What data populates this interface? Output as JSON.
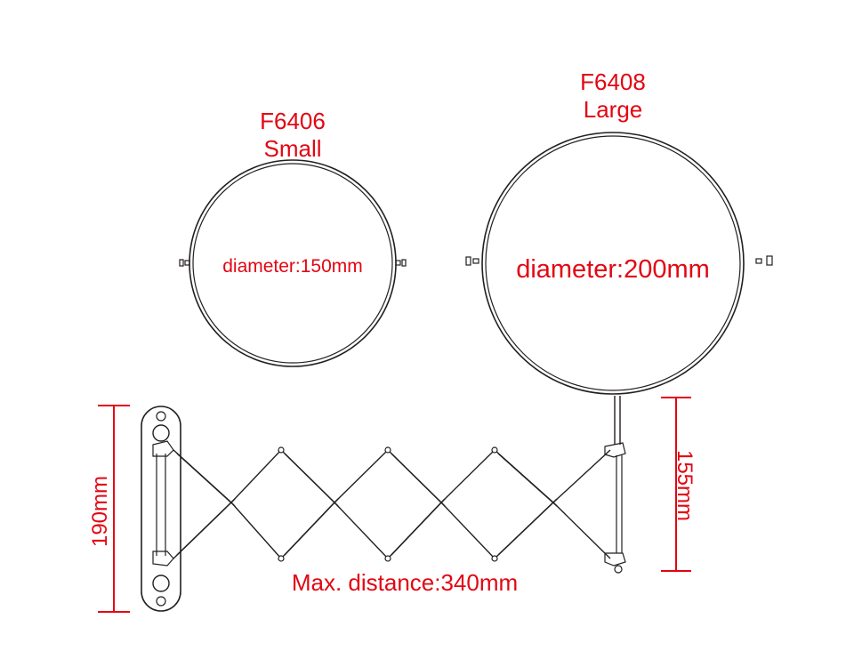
{
  "small_mirror": {
    "model": "F6406",
    "size": "Small",
    "diameter_label": "diameter:150mm"
  },
  "large_mirror": {
    "model": "F6408",
    "size": "Large",
    "diameter_label": "diameter:200mm"
  },
  "dimensions": {
    "wall_plate_height": "190mm",
    "arm_height": "155mm",
    "max_distance": "Max. distance:340mm"
  },
  "colors": {
    "label": "#e30613",
    "line": "#231f20",
    "background": "#ffffff"
  }
}
